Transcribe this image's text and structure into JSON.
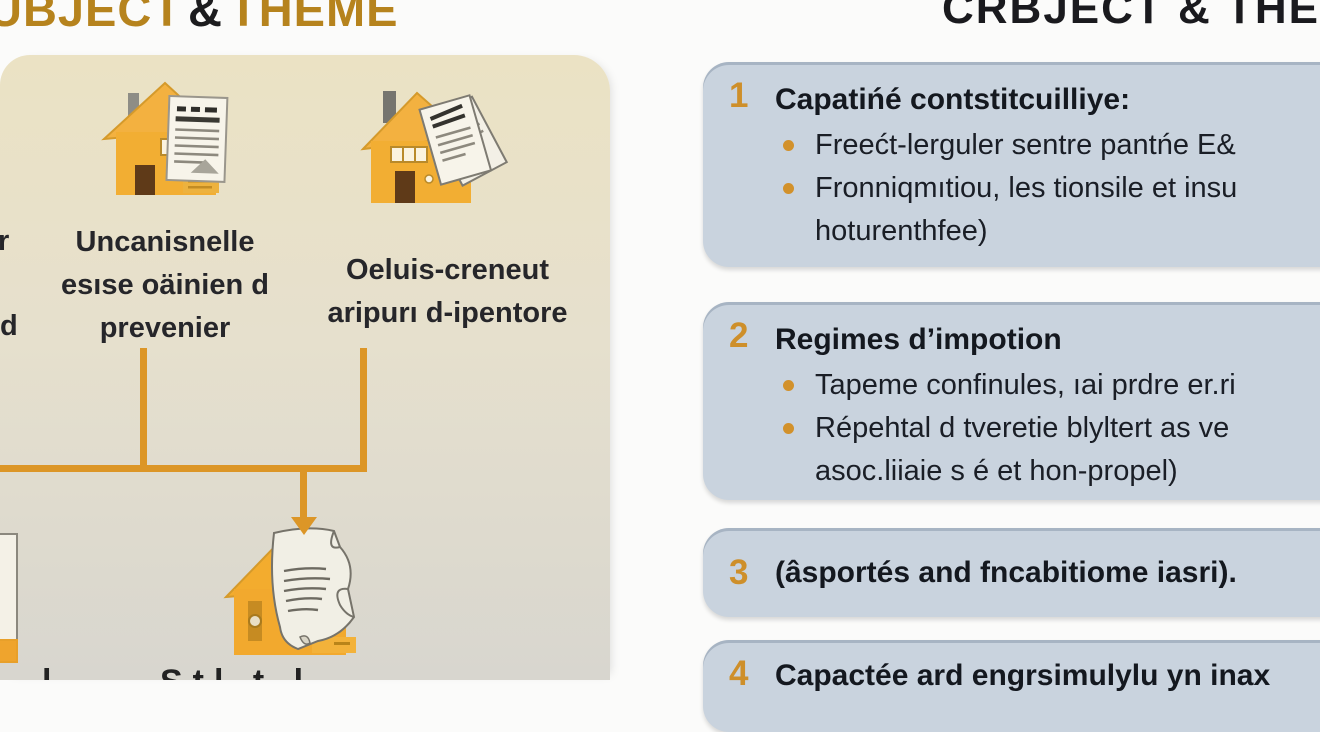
{
  "titles": {
    "left_pre": "UBJECT",
    "left_amp": "&",
    "left_post": "THEME",
    "right": "CRBJECT & THEME"
  },
  "left_panel": {
    "nodes": [
      {
        "label_lines": [
          "Uncanisnelle",
          "esıse oäinien d",
          "prevenier"
        ]
      },
      {
        "label_lines": [
          "Oeluis-creneut",
          "aripurı d-ipentore"
        ]
      }
    ],
    "cut_left_letters": {
      "line1": "r",
      "line2": "d"
    },
    "bottom_fragments": {
      "frag1": "l",
      "frag2": "Stl t l"
    },
    "icons": {
      "icon1": "house-with-document-icon",
      "icon2": "house-with-papers-icon",
      "icon3": "house-with-crumpled-paper-icon",
      "icon4": "partial-document-card-icon"
    }
  },
  "right_panel": {
    "items": [
      {
        "number": "1",
        "heading": "Capatińé contstitcuilliye:",
        "bullets": [
          {
            "lines": [
              "Freećt-lerguler sentre pantńe E&"
            ]
          },
          {
            "lines": [
              "Fronniqmıtiou,  les tionsile et insu",
              "hoturenthfee)"
            ]
          }
        ]
      },
      {
        "number": "2",
        "heading": "Regimes d’impotion",
        "bullets": [
          {
            "lines": [
              "Tapeme confinules, ıai prdre er.ri"
            ]
          },
          {
            "lines": [
              "Répehtal d tveretie blyltert as ve",
              "asoc.liiaie s é et hon-propel)"
            ]
          }
        ]
      },
      {
        "number": "3",
        "heading": "(âsportés and fncabitiome iasri).",
        "bullets": []
      },
      {
        "number": "4",
        "heading": "Capactée ard engrsimulylu yn inax",
        "bullets": []
      }
    ]
  },
  "colors": {
    "accent_orange": "#dc9627",
    "house_yellow": "#f2ae33",
    "panel_beige": "#e9e1c6",
    "box_blue": "#c9d3de",
    "number_orange": "#ce8f2a",
    "title_gold": "#b6831d",
    "text_dark": "#14181f"
  }
}
